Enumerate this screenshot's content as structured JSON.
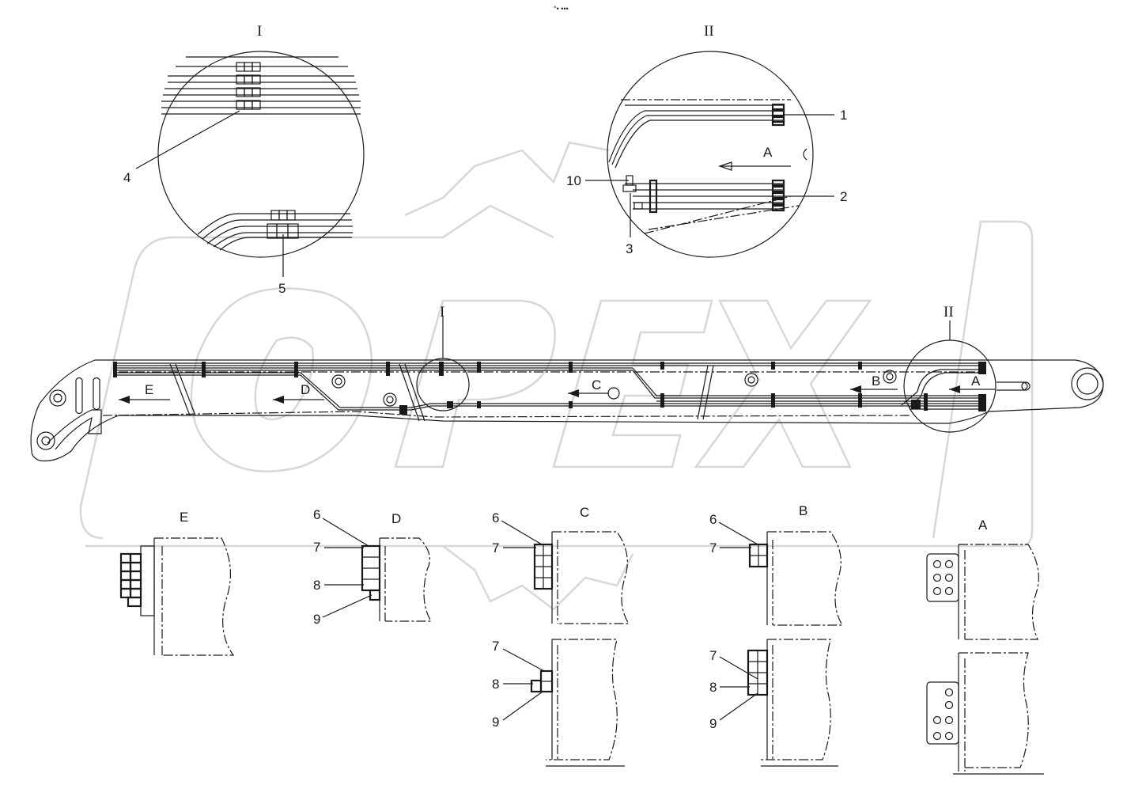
{
  "header_mark": "°• •••",
  "detail_labels": {
    "detail_1": "I",
    "detail_2": "II"
  },
  "boom_detail_labels": {
    "detail_1": "I",
    "detail_2": "II"
  },
  "callouts": {
    "c1": "1",
    "c2": "2",
    "c3": "3",
    "c4": "4",
    "c5": "5",
    "c10": "10"
  },
  "section_arrows": {
    "A": "A",
    "B": "B",
    "C": "C",
    "D": "D",
    "E": "E",
    "A_detail": "A"
  },
  "sections": {
    "E": {
      "title": "E"
    },
    "D": {
      "title": "D",
      "c6": "6",
      "c7": "7",
      "c8": "8",
      "c9": "9"
    },
    "C": {
      "title": "C",
      "c6": "6",
      "c7": "7",
      "c7b": "7",
      "c8": "8",
      "c9": "9"
    },
    "B": {
      "title": "B",
      "c6": "6",
      "c7": "7",
      "c7b": "7",
      "c8": "8",
      "c9": "9"
    },
    "A": {
      "title": "A"
    }
  },
  "watermark": {
    "text": "OPEX",
    "color": "#d7d7d7"
  },
  "colors": {
    "ink": "#1a1a1a",
    "background": "#ffffff"
  }
}
